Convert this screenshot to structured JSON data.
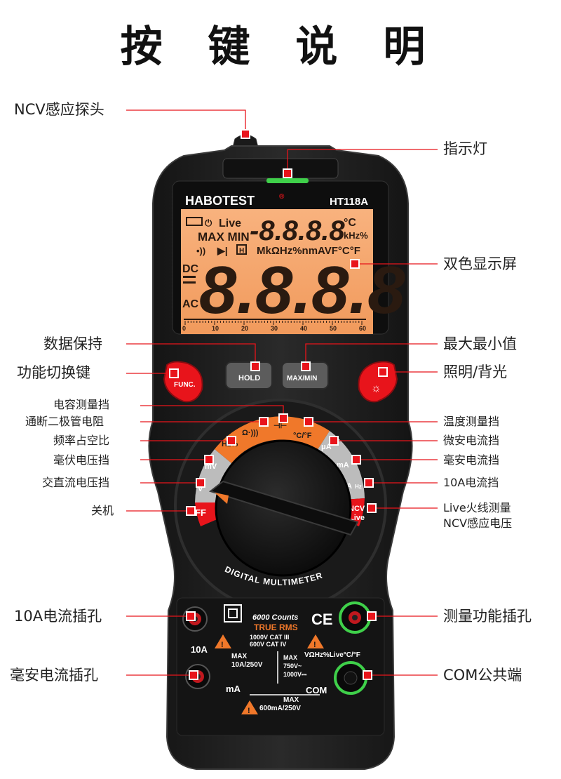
{
  "title": "按 键 说 明",
  "device": {
    "brand": "HABOTEST",
    "registered": "®",
    "model": "HT118A",
    "lcd": {
      "battery_glyph": "▭",
      "power_glyph": "⏻",
      "live": "Live",
      "maxmin": "MAX MIN",
      "sound_glyph": "•))",
      "diode_glyph": "▶|",
      "hold_glyph": "H",
      "small_digits": "-8.8.8.8",
      "unit_c": "°C",
      "unit_khz": "kHz%",
      "unit_row": "MkΩHz%nmAVF°C°F",
      "dc": "DC",
      "ac": "AC",
      "big_digits": "8.8.8.8",
      "scale": [
        "0",
        "10",
        "20",
        "30",
        "40",
        "50",
        "60"
      ]
    },
    "buttons": {
      "func": "FUNC.",
      "hold": "HOLD",
      "maxmin": "MAX/MIN",
      "light_glyph": "☼"
    },
    "dial": {
      "off": "OFF",
      "ncv": "NCV",
      "live": "Live",
      "hz": "Hz%",
      "ohm": "Ω·)))",
      "cap": "⊣⊢",
      "temp": "°C/°F",
      "ua": "μA",
      "ma": "mA",
      "a": "A",
      "mv": "mV",
      "v": "V",
      "hz_small": "Hz"
    },
    "front_label": "DIGITAL MULTIMETER",
    "counts": "6000 Counts",
    "true_rms": "TRUE RMS",
    "cat_line1": "1000V CAT III",
    "cat_line2": "600V CAT IV",
    "jack_10a": "10A",
    "jack_ma": "mA",
    "jack_com": "COM",
    "fuse_10a_line1": "MAX",
    "fuse_10a_line2": "10A/250V",
    "v_functions": "VΩHz%Live°C/°F",
    "v_max_line1": "MAX",
    "v_max_line2": "750V~",
    "v_max_line3": "1000V⎓",
    "fuse_ma_line1": "MAX",
    "fuse_ma_line2": "600mA/250V",
    "warn_glyph": "!"
  },
  "labels": {
    "ncv_probe": "NCV感应探头",
    "indicator": "指示灯",
    "display": "双色显示屏",
    "data_hold": "数据保持",
    "max_min": "最大最小值",
    "func_switch": "功能切换键",
    "backlight": "照明/背光",
    "capacitance": "电容测量挡",
    "continuity_diode": "通断二极管电阻",
    "temperature": "温度测量挡",
    "freq_duty": "频率占空比",
    "microamp": "微安电流挡",
    "millivolt": "毫伏电压挡",
    "milliamp": "毫安电流挡",
    "acdc_voltage": "交直流电压挡",
    "tenamp": "10A电流挡",
    "off": "关机",
    "live_line1": "Live火线测量",
    "live_line2": "NCV感应电压",
    "jack_10a": "10A电流插孔",
    "jack_measure": "测量功能插孔",
    "jack_ma": "毫安电流插孔",
    "jack_com": "COM公共端"
  },
  "colors": {
    "accent": "#e8141b",
    "orange": "#f0782a",
    "lcd": "#f6a56a",
    "body": "#1d1d1d",
    "green": "#3fd04a"
  }
}
